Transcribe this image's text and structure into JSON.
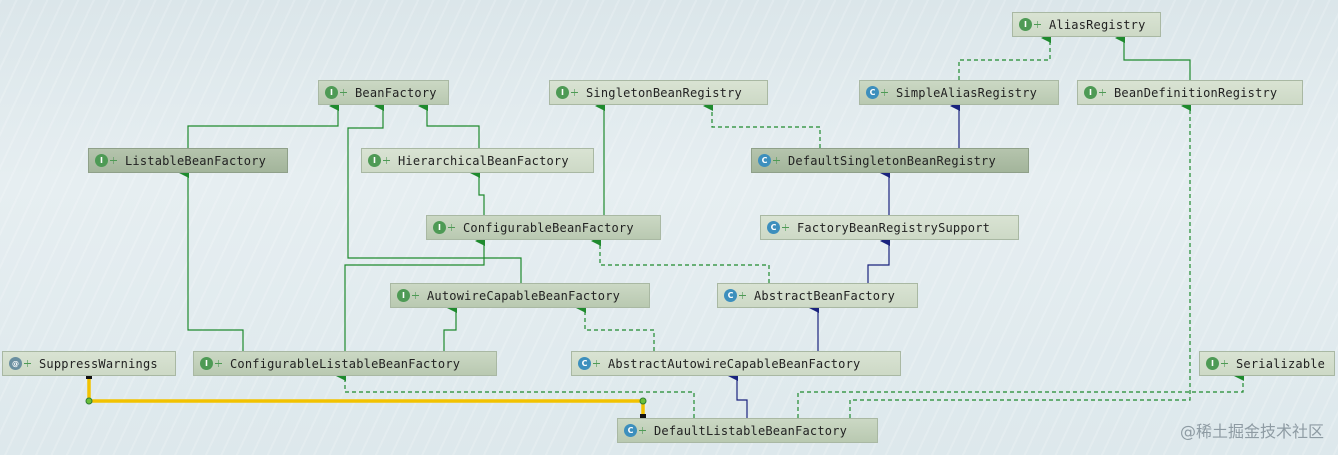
{
  "nodes": [
    {
      "id": "alias-registry",
      "kind": "I",
      "label": "AliasRegistry"
    },
    {
      "id": "bean-factory",
      "kind": "I",
      "label": "BeanFactory"
    },
    {
      "id": "singleton-bean-registry",
      "kind": "I",
      "label": "SingletonBeanRegistry"
    },
    {
      "id": "simple-alias-registry",
      "kind": "C",
      "label": "SimpleAliasRegistry"
    },
    {
      "id": "bean-definition-registry",
      "kind": "I",
      "label": "BeanDefinitionRegistry"
    },
    {
      "id": "listable-bean-factory",
      "kind": "I",
      "label": "ListableBeanFactory"
    },
    {
      "id": "hierarchical-bean-factory",
      "kind": "I",
      "label": "HierarchicalBeanFactory"
    },
    {
      "id": "default-singleton-bean-registry",
      "kind": "C",
      "label": "DefaultSingletonBeanRegistry"
    },
    {
      "id": "configurable-bean-factory",
      "kind": "I",
      "label": "ConfigurableBeanFactory"
    },
    {
      "id": "factory-bean-registry-support",
      "kind": "C",
      "label": "FactoryBeanRegistrySupport"
    },
    {
      "id": "autowire-capable-bean-factory",
      "kind": "I",
      "label": "AutowireCapableBeanFactory"
    },
    {
      "id": "abstract-bean-factory",
      "kind": "C",
      "label": "AbstractBeanFactory"
    },
    {
      "id": "suppress-warnings",
      "kind": "@",
      "label": "SuppressWarnings"
    },
    {
      "id": "configurable-listable-bean-factory",
      "kind": "I",
      "label": "ConfigurableListableBeanFactory"
    },
    {
      "id": "abstract-autowire-capable-bean-factory",
      "kind": "C",
      "label": "AbstractAutowireCapableBeanFactory"
    },
    {
      "id": "serializable",
      "kind": "I",
      "label": "Serializable"
    },
    {
      "id": "default-listable-bean-factory",
      "kind": "C",
      "label": "DefaultListableBeanFactory"
    }
  ],
  "badges": {
    "I": "I",
    "C": "C",
    "@": "@"
  },
  "colors": {
    "interface_extends": "#1f8a2e",
    "implements": "#1f8a2e",
    "class_extends": "#1a237e",
    "annotation": "#f2c200"
  },
  "watermark": "@稀土掘金技术社区"
}
